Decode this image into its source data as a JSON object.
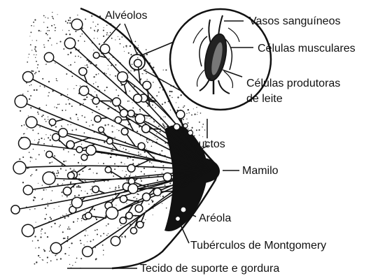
{
  "labels": {
    "alveolos": "Alvéolos",
    "vasos": "Vasos sanguíneos",
    "celulas_musculares": "Células musculares",
    "celulas_produtoras_1": "Células produtoras",
    "celulas_produtoras_2": "de leite",
    "ductos": "Ductos",
    "mamilo": "Mamilo",
    "areola": "Aréola",
    "tuberculos": "Tubérculos de Montgomery",
    "tecido": "Tecido de suporte e gordura"
  },
  "colors": {
    "ink": "#111111",
    "background": "#ffffff"
  }
}
